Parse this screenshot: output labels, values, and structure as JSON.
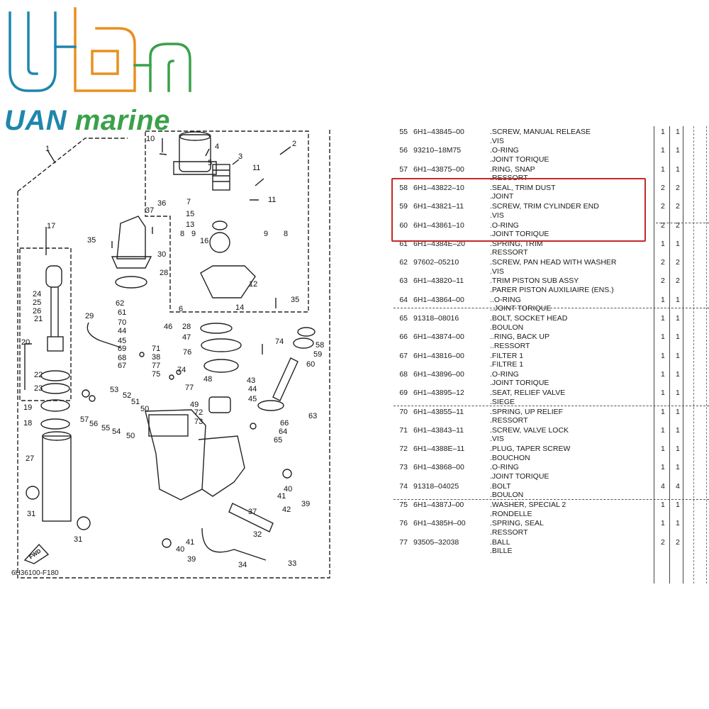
{
  "brand": {
    "name_part1": "UAN",
    "name_part2": " marine",
    "colors": {
      "blue": "#1f86ad",
      "orange": "#e9901e",
      "green": "#3aa14a"
    }
  },
  "diagram": {
    "code": "6H36100-F180",
    "fwd_label": "FWD",
    "callouts": [
      "1",
      "2",
      "3",
      "4",
      "5",
      "6",
      "7",
      "8",
      "9",
      "10",
      "11",
      "12",
      "13",
      "14",
      "15",
      "16",
      "17",
      "18",
      "19",
      "20",
      "21",
      "22",
      "23",
      "24",
      "25",
      "26",
      "27",
      "28",
      "29",
      "30",
      "31",
      "32",
      "33",
      "34",
      "35",
      "36",
      "37",
      "38",
      "39",
      "40",
      "41",
      "42",
      "43",
      "44",
      "45",
      "46",
      "47",
      "48",
      "49",
      "50",
      "51",
      "52",
      "53",
      "54",
      "55",
      "56",
      "57",
      "58",
      "59",
      "60",
      "61",
      "62",
      "63",
      "64",
      "65",
      "66",
      "67",
      "68",
      "69",
      "70",
      "71",
      "72",
      "73",
      "74",
      "75",
      "76",
      "77"
    ]
  },
  "highlight_color": "#c62828",
  "parts": [
    {
      "ref": "55",
      "pn": "6H1–43845–00",
      "desc": [
        ".SCREW, MANUAL RELEASE",
        ".VIS"
      ],
      "q1": "1",
      "q2": "1"
    },
    {
      "ref": "56",
      "pn": "93210–18M75",
      "desc": [
        ".O-RING",
        ".JOINT TORIQUE"
      ],
      "q1": "1",
      "q2": "1"
    },
    {
      "ref": "57",
      "pn": "6H1–43875–00",
      "desc": [
        ".RING, SNAP",
        ".RESSORT"
      ],
      "q1": "1",
      "q2": "1"
    },
    {
      "ref": "58",
      "pn": "6H1–43822–10",
      "desc": [
        ".SEAL, TRIM DUST",
        ".JOINT"
      ],
      "q1": "2",
      "q2": "2"
    },
    {
      "ref": "59",
      "pn": "6H1–43821–11",
      "desc": [
        ".SCREW, TRIM CYLINDER END",
        ".VIS"
      ],
      "q1": "2",
      "q2": "2"
    },
    {
      "ref": "60",
      "pn": "6H1–43861–10",
      "desc": [
        ".O-RING",
        ".JOINT TORIQUE"
      ],
      "q1": "2",
      "q2": "2"
    },
    {
      "ref": "61",
      "pn": "6H1–4384E–20",
      "desc": [
        ".SPRING, TRIM",
        ".RESSORT"
      ],
      "q1": "1",
      "q2": "1"
    },
    {
      "ref": "62",
      "pn": "97602–05210",
      "desc": [
        ".SCREW, PAN HEAD WITH WASHER",
        ".VIS"
      ],
      "q1": "2",
      "q2": "2"
    },
    {
      "ref": "63",
      "pn": "6H1–43820–11",
      "desc": [
        ".TRIM PISTON SUB ASSY",
        ".PARER PISTON AUXILIAIRE (ENS.)"
      ],
      "q1": "2",
      "q2": "2"
    },
    {
      "ref": "64",
      "pn": "6H1–43864–00",
      "desc": [
        "..O-RING",
        "..JOINT TORIQUE"
      ],
      "q1": "1",
      "q2": "1"
    },
    {
      "ref": "65",
      "pn": "91318–08016",
      "desc": [
        ".BOLT, SOCKET HEAD",
        ".BOULON"
      ],
      "q1": "1",
      "q2": "1"
    },
    {
      "ref": "66",
      "pn": "6H1–43874–00",
      "desc": [
        "..RING, BACK UP",
        "..RESSORT"
      ],
      "q1": "1",
      "q2": "1"
    },
    {
      "ref": "67",
      "pn": "6H1–43816–00",
      "desc": [
        ".FILTER 1",
        ".FILTRE 1"
      ],
      "q1": "1",
      "q2": "1"
    },
    {
      "ref": "68",
      "pn": "6H1–43896–00",
      "desc": [
        ".O-RING",
        ".JOINT TORIQUE"
      ],
      "q1": "1",
      "q2": "1"
    },
    {
      "ref": "69",
      "pn": "6H1–43895–12",
      "desc": [
        ".SEAT, RELIEF VALVE",
        ".SIEGE"
      ],
      "q1": "1",
      "q2": "1"
    },
    {
      "ref": "70",
      "pn": "6H1–43855–11",
      "desc": [
        ".SPRING, UP RELIEF",
        ".RESSORT"
      ],
      "q1": "1",
      "q2": "1"
    },
    {
      "ref": "71",
      "pn": "6H1–43843–11",
      "desc": [
        ".SCREW, VALVE LOCK",
        ".VIS"
      ],
      "q1": "1",
      "q2": "1"
    },
    {
      "ref": "72",
      "pn": "6H1–4388E–11",
      "desc": [
        ".PLUG, TAPER SCREW",
        ".BOUCHON"
      ],
      "q1": "1",
      "q2": "1"
    },
    {
      "ref": "73",
      "pn": "6H1–43868–00",
      "desc": [
        ".O-RING",
        ".JOINT TORIQUE"
      ],
      "q1": "1",
      "q2": "1"
    },
    {
      "ref": "74",
      "pn": "91318–04025",
      "desc": [
        ".BOLT",
        ".BOULON"
      ],
      "q1": "4",
      "q2": "4"
    },
    {
      "ref": "75",
      "pn": "6H1–4387J–00",
      "desc": [
        ".WASHER, SPECIAL 2",
        ".RONDELLE"
      ],
      "q1": "1",
      "q2": "1"
    },
    {
      "ref": "76",
      "pn": "6H1–4385H–00",
      "desc": [
        ".SPRING, SEAL",
        ".RESSORT"
      ],
      "q1": "1",
      "q2": "1"
    },
    {
      "ref": "77",
      "pn": "93505–32038",
      "desc": [
        ".BALL",
        ".BILLE"
      ],
      "q1": "2",
      "q2": "2"
    }
  ]
}
